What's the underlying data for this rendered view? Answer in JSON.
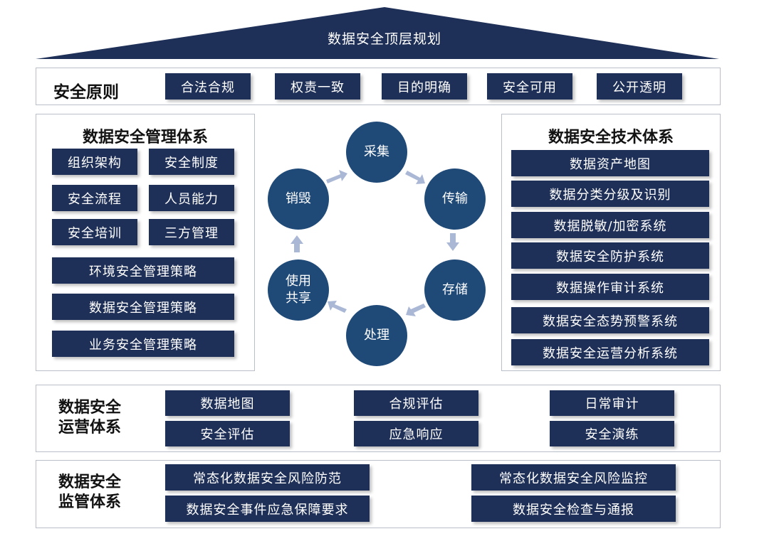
{
  "roof": {
    "title": "数据安全顶层规划"
  },
  "principles": {
    "heading": "安全原则",
    "items": [
      "合法合规",
      "权责一致",
      "目的明确",
      "安全可用",
      "公开透明"
    ]
  },
  "management": {
    "heading": "数据安全管理体系",
    "grid": [
      "组织架构",
      "安全制度",
      "安全流程",
      "人员能力",
      "安全培训",
      "三方管理"
    ],
    "strategies": [
      "环境安全管理策略",
      "数据安全管理策略",
      "业务安全管理策略"
    ]
  },
  "lifecycle": {
    "collect": "采集",
    "transfer": "传输",
    "store": "存储",
    "process": "处理",
    "use_line1": "使用",
    "use_line2": "共享",
    "destroy": "销毁"
  },
  "technology": {
    "heading": "数据安全技术体系",
    "items": [
      "数据资产地图",
      "数据分类分级及识别",
      "数据脱敏/加密系统",
      "数据安全防护系统",
      "数据操作审计系统",
      "数据安全态势预警系统",
      "数据安全运营分析系统"
    ]
  },
  "operations": {
    "heading_line1": "数据安全",
    "heading_line2": "运营体系",
    "items": [
      "数据地图",
      "合规评估",
      "日常审计",
      "安全评估",
      "应急响应",
      "安全演练"
    ]
  },
  "supervision": {
    "heading_line1": "数据安全",
    "heading_line2": "监管体系",
    "items": [
      "常态化数据安全风险防范",
      "常态化数据安全风险监控",
      "数据安全事件应急保障要求",
      "数据安全检查与通报"
    ]
  },
  "colors": {
    "navy": "#1f3058",
    "circle": "#1f4a78",
    "arrow": "#aab8d6"
  }
}
